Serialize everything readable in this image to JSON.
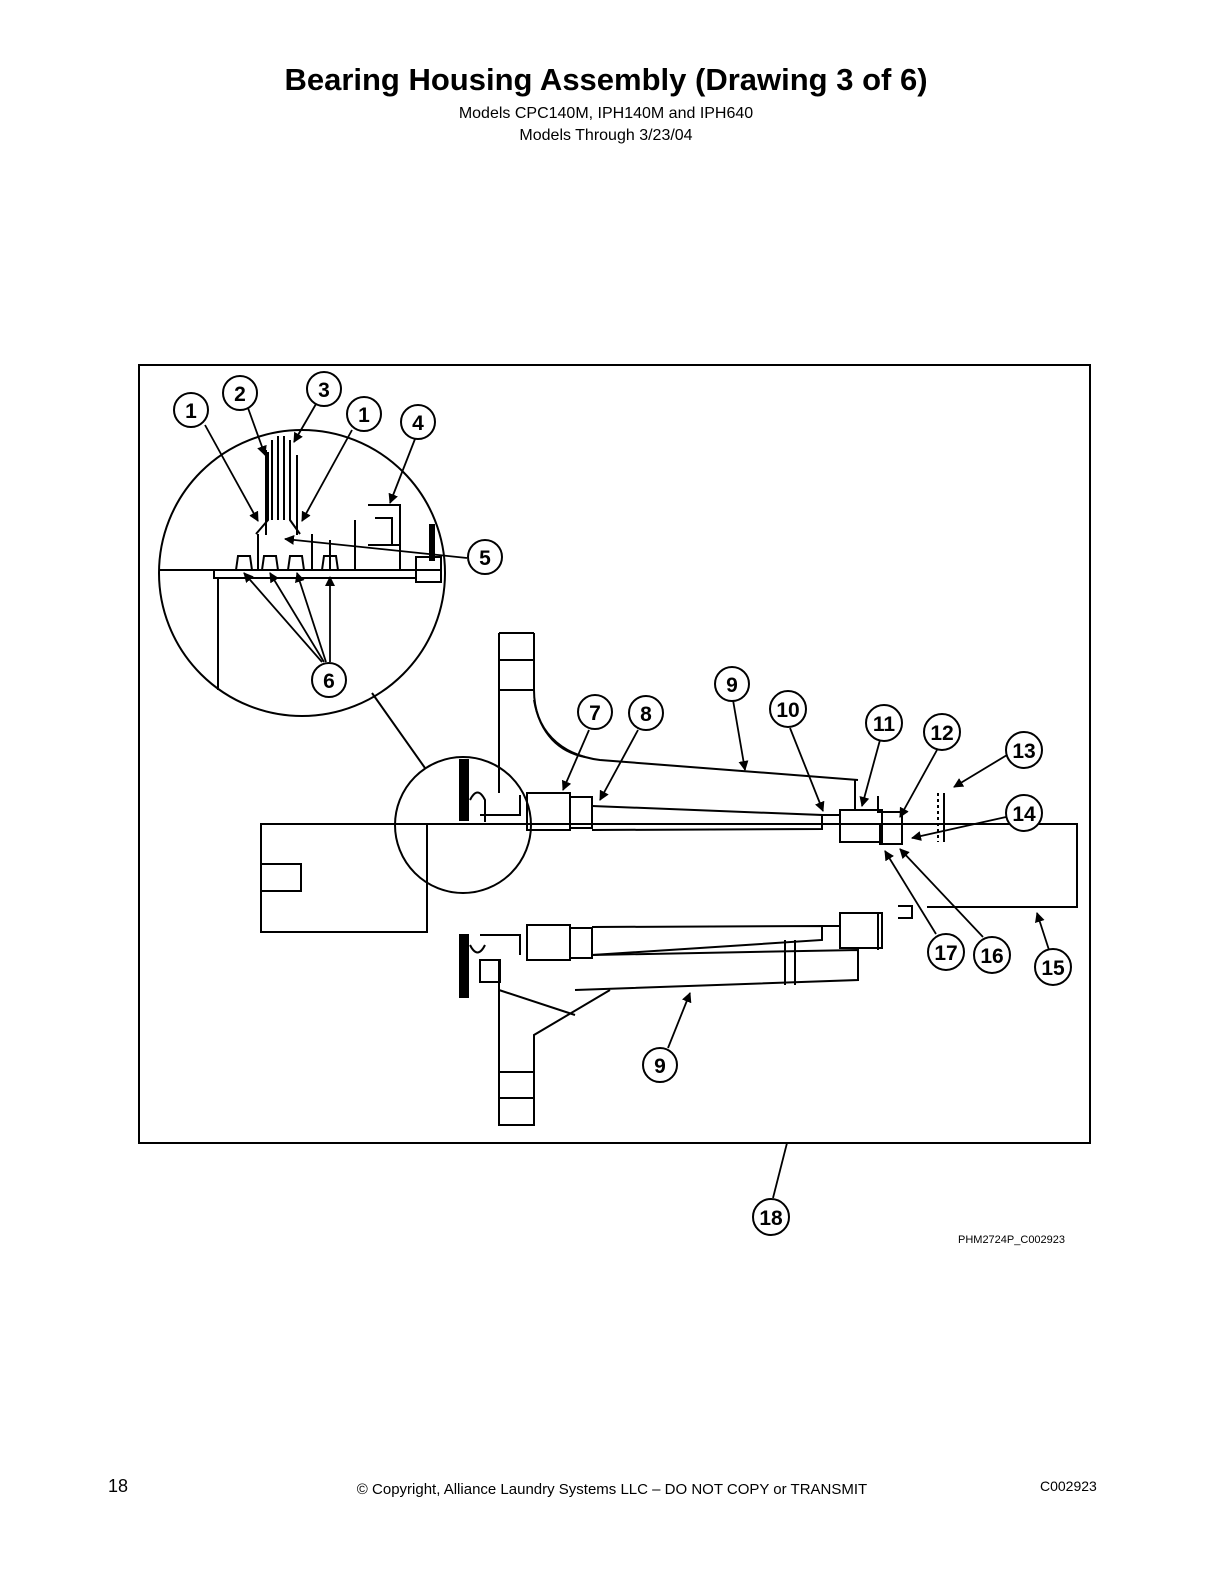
{
  "header": {
    "title": "Bearing Housing Assembly (Drawing 3 of 6)",
    "subtitle_models": "Models CPC140M, IPH140M and IPH640",
    "subtitle_dates": "Models Through 3/23/04"
  },
  "diagram": {
    "callouts": [
      "1",
      "2",
      "3",
      "1",
      "4",
      "5",
      "6",
      "7",
      "8",
      "9",
      "10",
      "11",
      "12",
      "13",
      "14",
      "15",
      "16",
      "17",
      "9",
      "18"
    ]
  },
  "drawing_code": "PHM2724P_C002923",
  "footer": {
    "page_number": "18",
    "copyright": "© Copyright, Alliance Laundry Systems LLC – DO NOT COPY or TRANSMIT",
    "doc_code": "C002923"
  }
}
